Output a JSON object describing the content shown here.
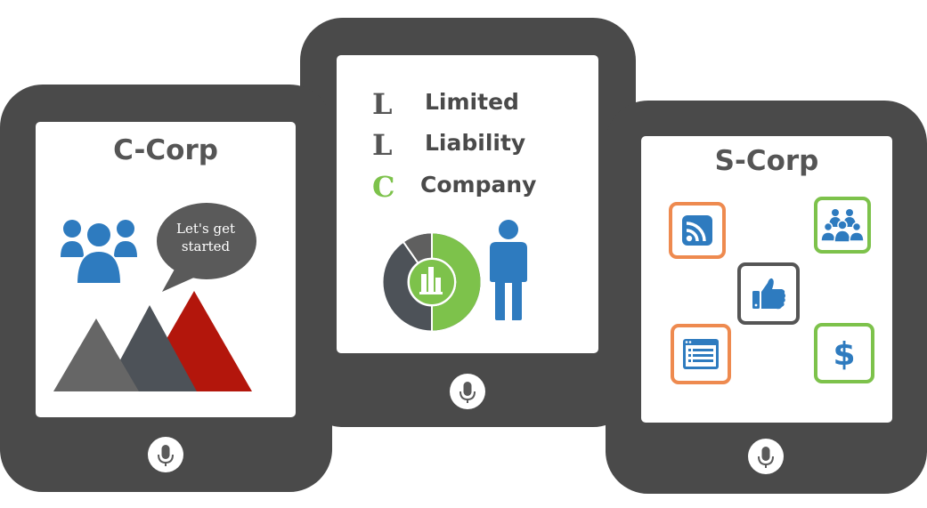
{
  "tablets": {
    "ccorp": {
      "title": "C-Corp",
      "bubble": [
        "Let's get",
        "started"
      ]
    },
    "llc": {
      "rows": [
        {
          "letter": "L",
          "word": "Limited"
        },
        {
          "letter": "L",
          "word": "Liability"
        },
        {
          "letter": "C",
          "word": "Company"
        }
      ],
      "donut_fraction": 0.5
    },
    "scorp": {
      "title": "S-Corp"
    }
  },
  "icons": [
    "people-icon",
    "speech-bubble-icon",
    "mountains-icon",
    "donut-chart-icon",
    "bar-chart-icon",
    "person-icon",
    "rss-icon",
    "team-icon",
    "thumbs-up-icon",
    "browser-window-icon",
    "dollar-icon",
    "microphone-icon"
  ],
  "colors": {
    "frame": "#4a4a4a",
    "blue": "#2e7bbf",
    "green": "#7dc24b",
    "orange": "#ee8a4f",
    "red": "#b3160c",
    "gray": "#666666",
    "slate": "#4d5258"
  }
}
